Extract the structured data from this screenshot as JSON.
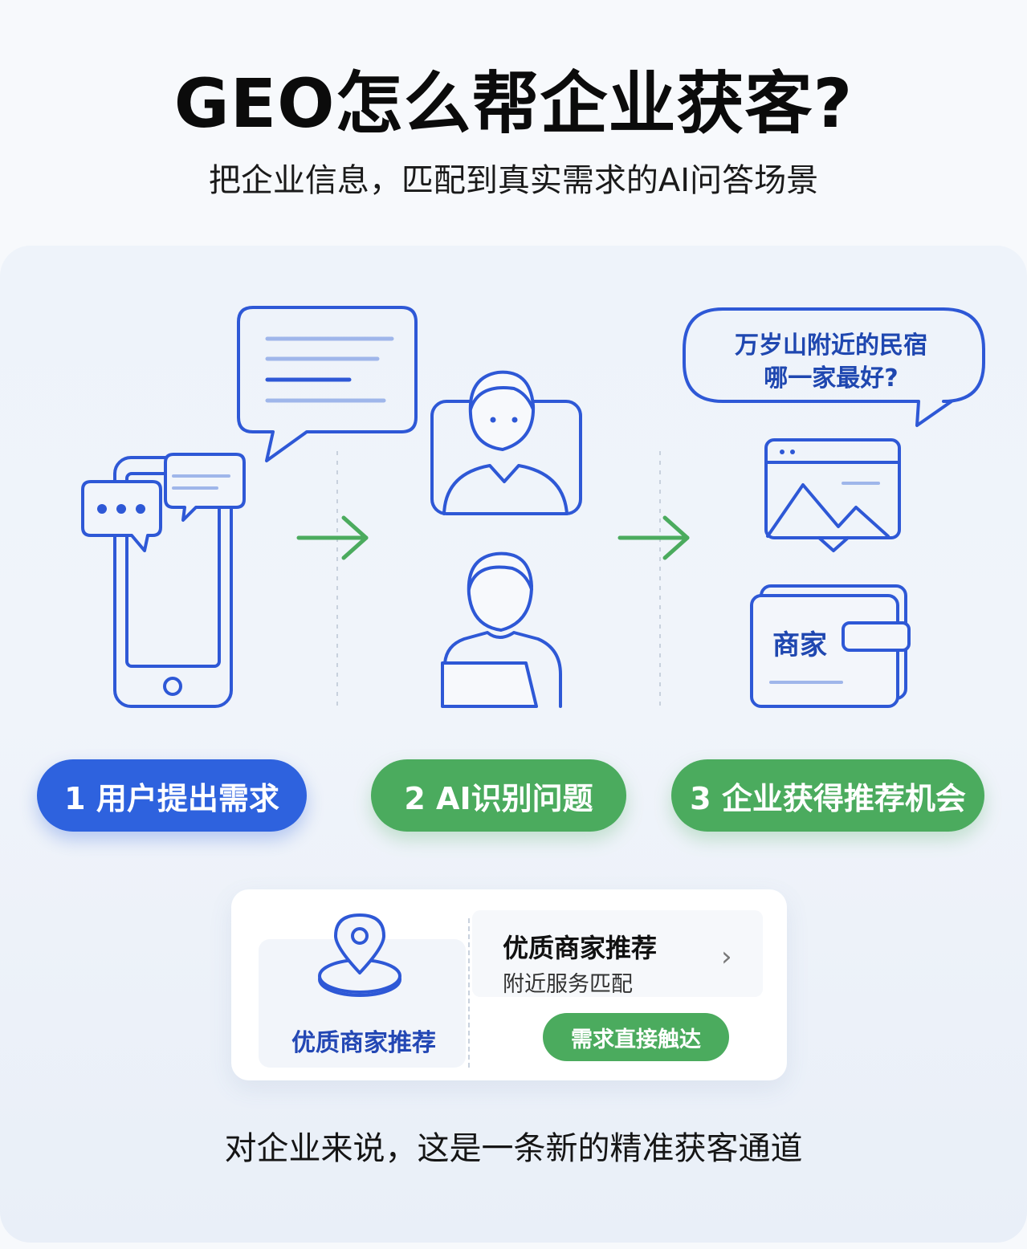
{
  "header": {
    "title": "GEO怎么帮企业获客?",
    "subtitle": "把企业信息，匹配到真实需求的AI问答场景"
  },
  "steps": [
    {
      "label": "1 用户提出需求",
      "color": "#2e62de"
    },
    {
      "label": "2 AI识别问题",
      "color": "#4bab5e"
    },
    {
      "label": "3 企业获得推荐机会",
      "color": "#4bab5e"
    }
  ],
  "illustrations": {
    "step1_icons": [
      "chat-bubble-icon",
      "phone-icon",
      "message-bubble-icon"
    ],
    "step2_icons": [
      "user-avatar-icon",
      "person-laptop-icon"
    ],
    "step3_icons": [
      "browser-image-icon",
      "merchant-card-icon"
    ],
    "question_bubble_line1": "万岁山附近的民宿",
    "question_bubble_line2": "哪一家最好?",
    "merchant_label": "商家",
    "arrow_color": "#4bab5e",
    "line_color": "#2e58d6"
  },
  "card": {
    "left_icon": "location-pin-icon",
    "left_label": "优质商家推荐",
    "right_title": "优质商家推荐",
    "right_subtitle": "附近服务匹配",
    "chevron": "›",
    "cta_label": "需求直接触达"
  },
  "footer": {
    "text": "对企业来说，这是一条新的精准获客通道"
  }
}
